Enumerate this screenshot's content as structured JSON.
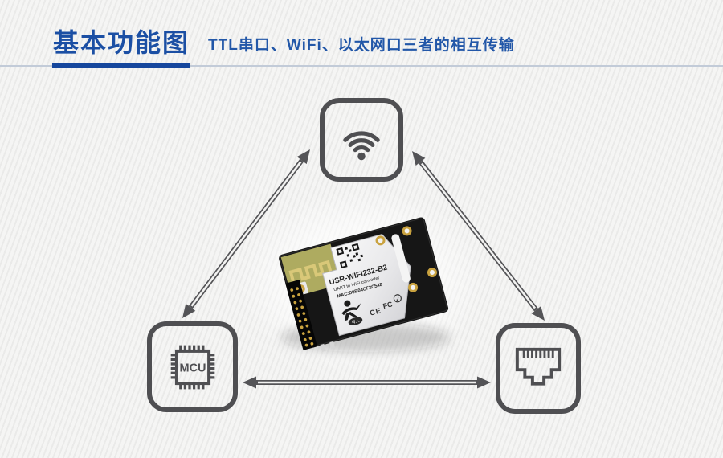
{
  "header": {
    "title": "基本功能图",
    "subtitle": "TTL串口、WiFi、以太网口三者的相互传输",
    "accent_color": "#16479d",
    "title_color": "#1b4fa4"
  },
  "diagram": {
    "icon_color": "#4f4f52",
    "nodes": {
      "wifi": {
        "icon": "wifi-icon"
      },
      "mcu": {
        "icon": "chip-icon",
        "label": "MCU"
      },
      "ethernet": {
        "icon": "rj45-port-icon"
      }
    },
    "arrows": [
      {
        "between": [
          "wifi",
          "mcu"
        ],
        "bidirectional": true
      },
      {
        "between": [
          "wifi",
          "ethernet"
        ],
        "bidirectional": true
      },
      {
        "between": [
          "mcu",
          "ethernet"
        ],
        "bidirectional": true
      }
    ]
  },
  "module": {
    "name": "USR-WIFI232-B2",
    "desc": "UART to WiFi converter",
    "mac": "MAC:D8B04CF2C548",
    "brand_cn": "有人",
    "cert_ce": "CE",
    "cert_fcc": "FC",
    "cert_rohs": "✓"
  }
}
